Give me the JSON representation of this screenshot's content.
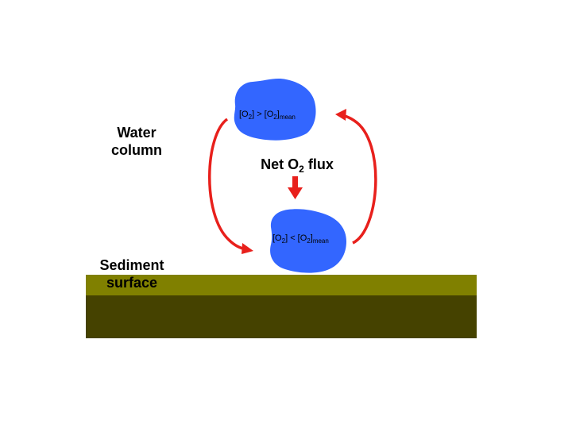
{
  "labels": {
    "water_column_line1": "Water",
    "water_column_line2": "column",
    "sediment_line1": "Sediment",
    "sediment_line2": "surface",
    "flux_prefix": "Net O",
    "flux_sub": "2",
    "flux_suffix": " flux"
  },
  "parcels": {
    "top": {
      "lhs_open": "[O",
      "lhs_sub": "2",
      "operator": "] > [O",
      "rhs_sub": "2",
      "rhs_close": "]",
      "rhs_sub2": "mean"
    },
    "bottom": {
      "lhs_open": "[O",
      "lhs_sub": "2",
      "operator": "] < [O",
      "rhs_sub": "2",
      "rhs_close": "]",
      "rhs_sub2": "mean"
    }
  },
  "colors": {
    "parcel_fill": "#3366ff",
    "arrow": "#e8201c",
    "sediment_top": "#808000",
    "sediment_bottom": "#454200",
    "background": "#ffffff"
  }
}
